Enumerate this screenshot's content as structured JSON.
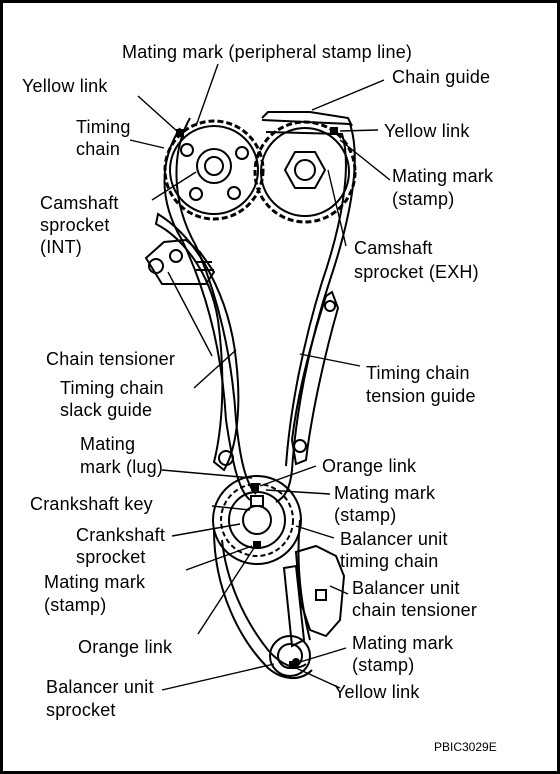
{
  "labels": {
    "mating_mark_peripheral": "Mating mark (peripheral stamp line)",
    "yellow_link_top_left": "Yellow link",
    "chain_guide": "Chain guide",
    "timing_chain_1": "Timing",
    "timing_chain_2": "chain",
    "yellow_link_top_right": "Yellow link",
    "mating_mark_stamp_top_1": "Mating mark",
    "mating_mark_stamp_top_2": "(stamp)",
    "camshaft_int_1": "Camshaft",
    "camshaft_int_2": "sprocket",
    "camshaft_int_3": "(INT)",
    "camshaft_exh_1": "Camshaft",
    "camshaft_exh_2": "sprocket (EXH)",
    "chain_tensioner": "Chain tensioner",
    "slack_guide_1": "Timing chain",
    "slack_guide_2": "slack guide",
    "tension_guide_1": "Timing chain",
    "tension_guide_2": "tension guide",
    "mating_lug_1": "Mating",
    "mating_lug_2": "mark (lug)",
    "orange_link_right": "Orange link",
    "crankshaft_key": "Crankshaft key",
    "mating_mark_stamp_mid_1": "Mating mark",
    "mating_mark_stamp_mid_2": "(stamp)",
    "crank_sprocket_1": "Crankshaft",
    "crank_sprocket_2": "sprocket",
    "balancer_chain_1": "Balancer unit",
    "balancer_chain_2": "timing chain",
    "mating_mark_stamp_left_1": "Mating mark",
    "mating_mark_stamp_left_2": "(stamp)",
    "balancer_tensioner_1": "Balancer unit",
    "balancer_tensioner_2": "chain tensioner",
    "orange_link_left": "Orange link",
    "mating_mark_stamp_bottom_1": "Mating mark",
    "mating_mark_stamp_bottom_2": "(stamp)",
    "balancer_sprocket_1": "Balancer unit",
    "balancer_sprocket_2": "sprocket",
    "yellow_link_bottom": "Yellow link"
  },
  "figure_code": "PBIC3029E",
  "colors": {
    "ink": "#000000",
    "background": "#ffffff"
  }
}
